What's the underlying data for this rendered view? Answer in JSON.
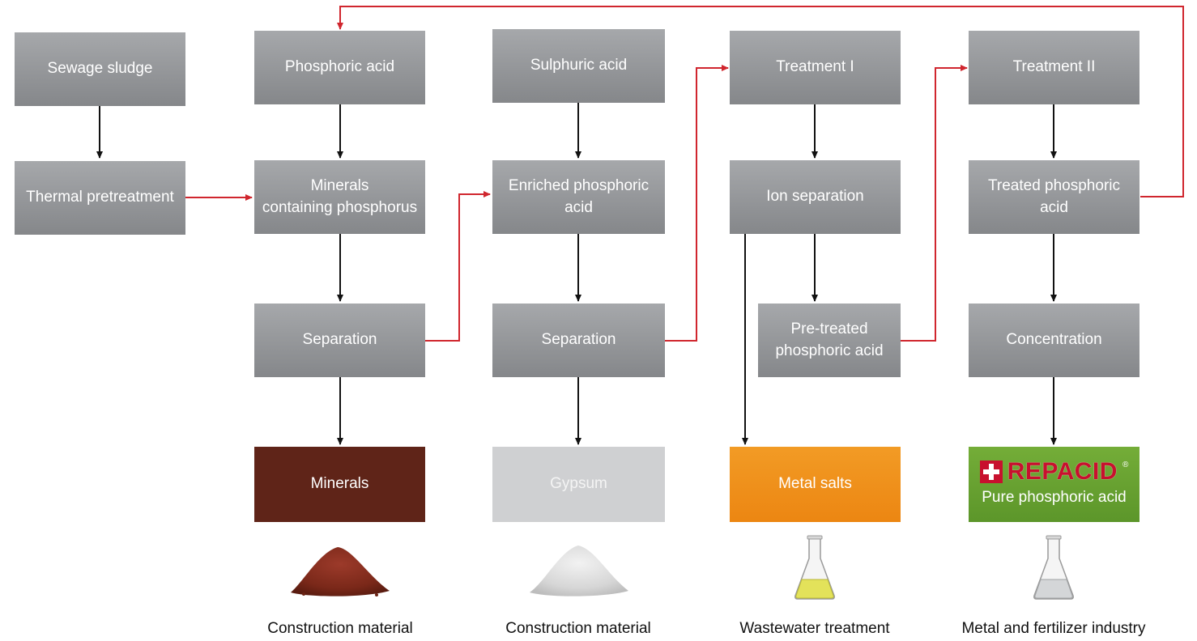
{
  "boxes": {
    "sewage_sludge": "Sewage sludge",
    "thermal_pretreatment": "Thermal pretreatment",
    "phosphoric_acid": "Phosphoric acid",
    "minerals_containing_phosphorus": "Minerals\ncontaining phosphorus",
    "separation_1": "Separation",
    "sulphuric_acid": "Sulphuric acid",
    "enriched_phosphoric_acid": "Enriched phosphoric\nacid",
    "separation_2": "Separation",
    "treatment_1": "Treatment I",
    "ion_separation": "Ion separation",
    "pretreated_phosphoric_acid": "Pre-treated\nphosphoric acid",
    "treatment_2": "Treatment II",
    "treated_phosphoric_acid": "Treated phosphoric acid",
    "concentration": "Concentration"
  },
  "outputs": {
    "minerals": "Minerals",
    "gypsum": "Gypsum",
    "metal_salts": "Metal salts",
    "repacid_brand": "REPACID",
    "repacid_trademark": "®",
    "pure_phosphoric_acid": "Pure phosphoric acid"
  },
  "captions": {
    "minerals_use": "Construction material",
    "gypsum_use": "Construction material",
    "metal_salts_use": "Wastewater treatment",
    "repacid_use": "Metal and fertilizer industry"
  },
  "colors": {
    "process_box": "#97999c",
    "main_flow_arrow": "#d0262e",
    "sub_arrow": "#111111",
    "minerals": "#5f2418",
    "gypsum": "#cfd0d2",
    "metal_salts": "#f0911c",
    "repacid": "#6aa32f"
  }
}
